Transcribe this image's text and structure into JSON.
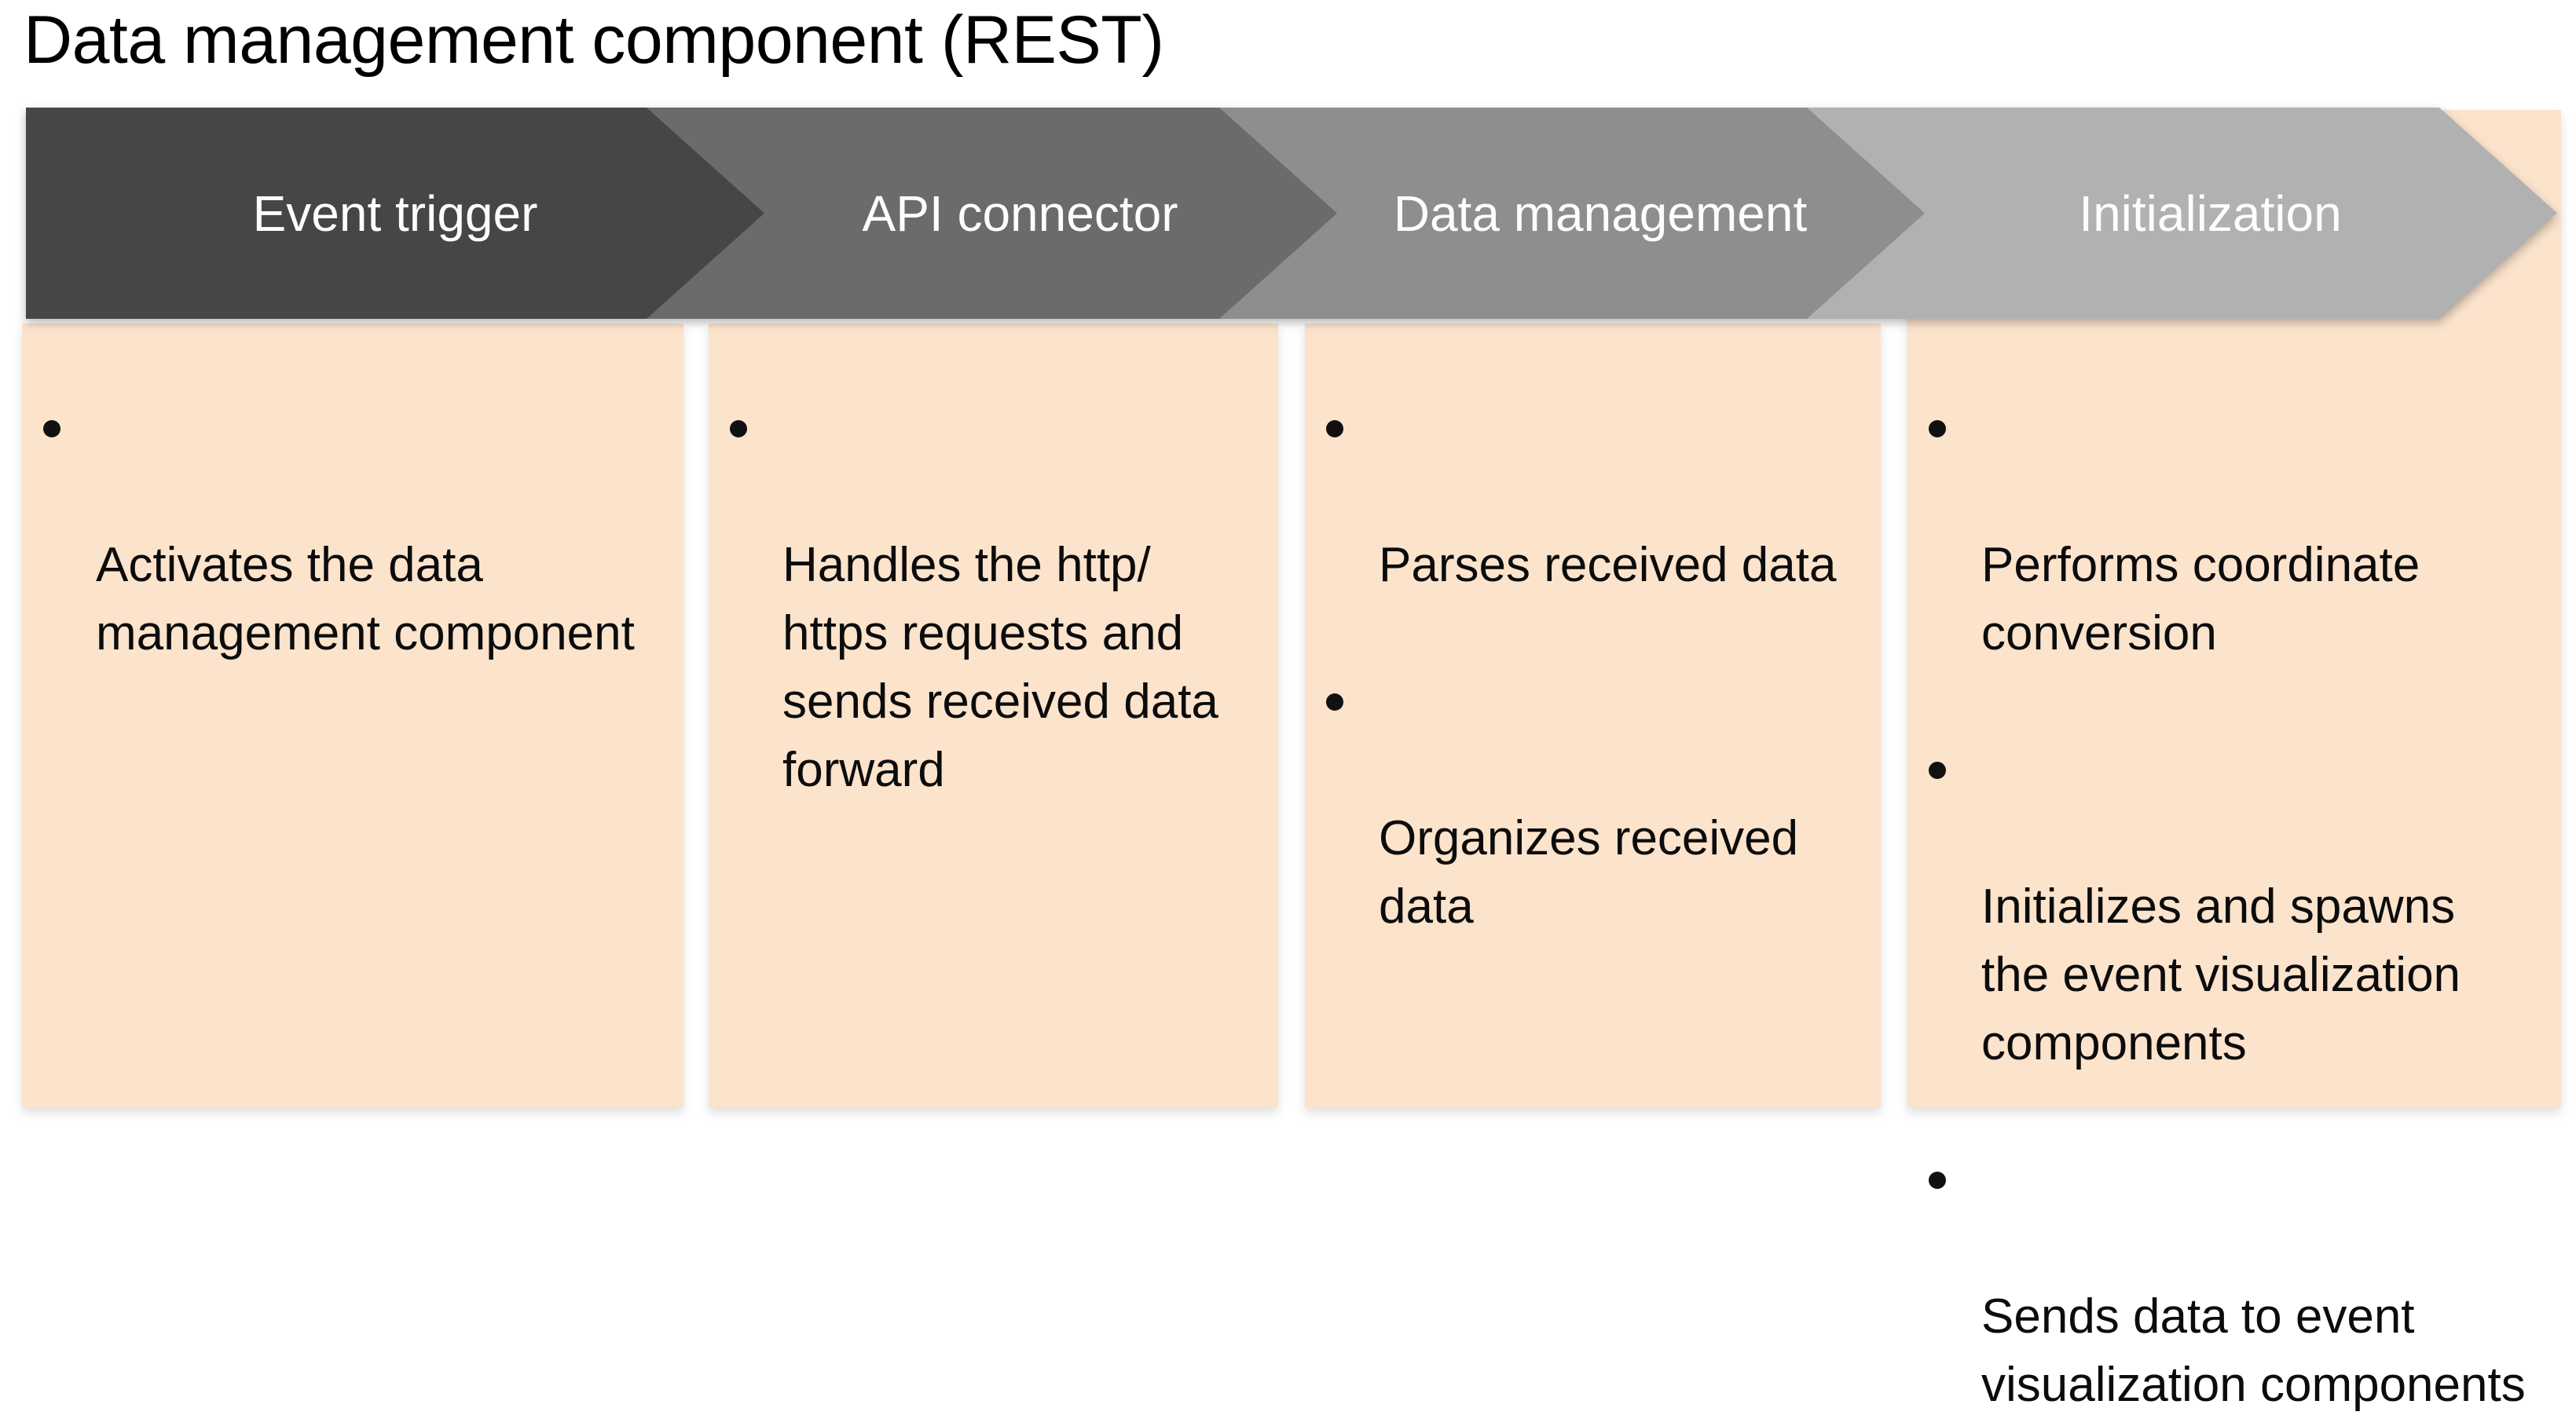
{
  "title": "Data management component (REST)",
  "colors": {
    "background": "#ffffff",
    "card_background": "#fbe3cc",
    "body_text": "#0c0c0c",
    "stage_label_text": "#fdfdfd",
    "stage_colors": [
      "#464646",
      "#6b6b6b",
      "#8e8e8e",
      "#b1b1b1"
    ]
  },
  "stages": [
    {
      "label": "Event trigger",
      "color": "#464646",
      "bullets": [
        "Activates the data\nmanagement component"
      ]
    },
    {
      "label": "API connector",
      "color": "#6b6b6b",
      "bullets": [
        "Handles the http/\nhttps requests and\nsends received data\nforward"
      ]
    },
    {
      "label": "Data management",
      "color": "#8e8e8e",
      "bullets": [
        "Parses received data",
        "Organizes received\ndata"
      ]
    },
    {
      "label": "Initialization",
      "color": "#b1b1b1",
      "bullets": [
        "Performs coordinate\nconversion",
        "Initializes and spawns\nthe event visualization\ncomponents",
        "Sends data to event\nvisualization components"
      ]
    }
  ]
}
